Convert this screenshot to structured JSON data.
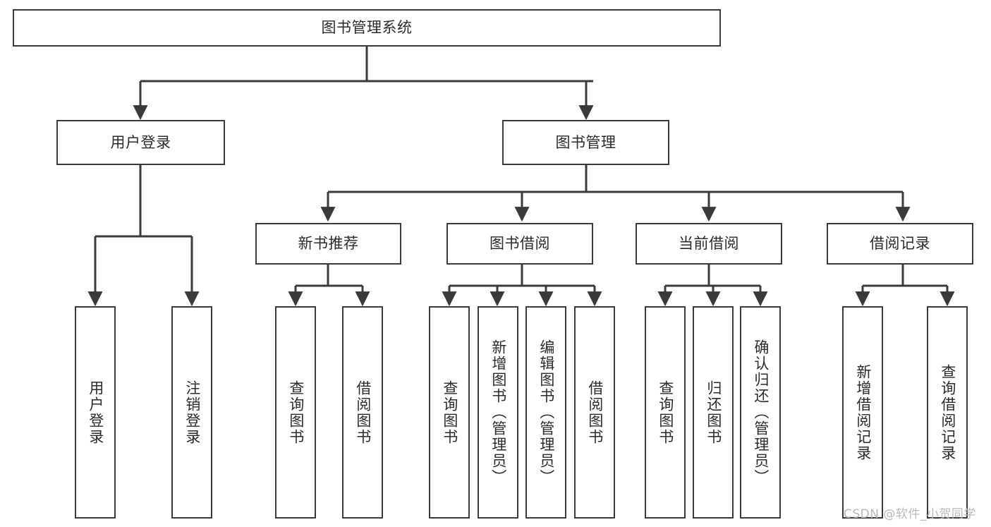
{
  "diagram": {
    "type": "tree",
    "title": "图书管理系统",
    "orientation": "top-down",
    "style": {
      "box_border_color": "#3a3a3a",
      "box_fill_color": "#ffffff",
      "edge_color": "#3a3a3a",
      "text_color": "#2b2b2b",
      "background": "#ffffff"
    }
  },
  "nodes": {
    "root": {
      "label": "图书管理系统"
    },
    "level1": [
      {
        "label": "用户登录"
      },
      {
        "label": "图书管理"
      }
    ],
    "level2": [
      {
        "label": "新书推荐"
      },
      {
        "label": "图书借阅"
      },
      {
        "label": "当前借阅"
      },
      {
        "label": "借阅记录"
      }
    ],
    "leaves": {
      "user_login": [
        {
          "label": "用户登录"
        },
        {
          "label": "注销登录"
        }
      ],
      "new_book_recommend": [
        {
          "label": "查询图书"
        },
        {
          "label": "借阅图书"
        }
      ],
      "book_borrow": [
        {
          "label": "查询图书"
        },
        {
          "label": "新增图书（管理员）"
        },
        {
          "label": "编辑图书（管理员）"
        },
        {
          "label": "借阅图书"
        }
      ],
      "current_borrow": [
        {
          "label": "查询图书"
        },
        {
          "label": "归还图书"
        },
        {
          "label": "确认归还（管理员）"
        }
      ],
      "borrow_record": [
        {
          "label": "新增借阅记录"
        },
        {
          "label": "查询借阅记录"
        }
      ]
    }
  },
  "watermark": {
    "text": "CSDN @软件_小贺同学"
  },
  "chart_data": {
    "type": "table",
    "title": "图书管理系统 功能结构",
    "edges": [
      [
        "图书管理系统",
        "用户登录"
      ],
      [
        "图书管理系统",
        "图书管理"
      ],
      [
        "用户登录",
        "用户登录"
      ],
      [
        "用户登录",
        "注销登录"
      ],
      [
        "图书管理",
        "新书推荐"
      ],
      [
        "图书管理",
        "图书借阅"
      ],
      [
        "图书管理",
        "当前借阅"
      ],
      [
        "图书管理",
        "借阅记录"
      ],
      [
        "新书推荐",
        "查询图书"
      ],
      [
        "新书推荐",
        "借阅图书"
      ],
      [
        "图书借阅",
        "查询图书"
      ],
      [
        "图书借阅",
        "新增图书（管理员）"
      ],
      [
        "图书借阅",
        "编辑图书（管理员）"
      ],
      [
        "图书借阅",
        "借阅图书"
      ],
      [
        "当前借阅",
        "查询图书"
      ],
      [
        "当前借阅",
        "归还图书"
      ],
      [
        "当前借阅",
        "确认归还（管理员）"
      ],
      [
        "借阅记录",
        "新增借阅记录"
      ],
      [
        "借阅记录",
        "查询借阅记录"
      ]
    ]
  }
}
